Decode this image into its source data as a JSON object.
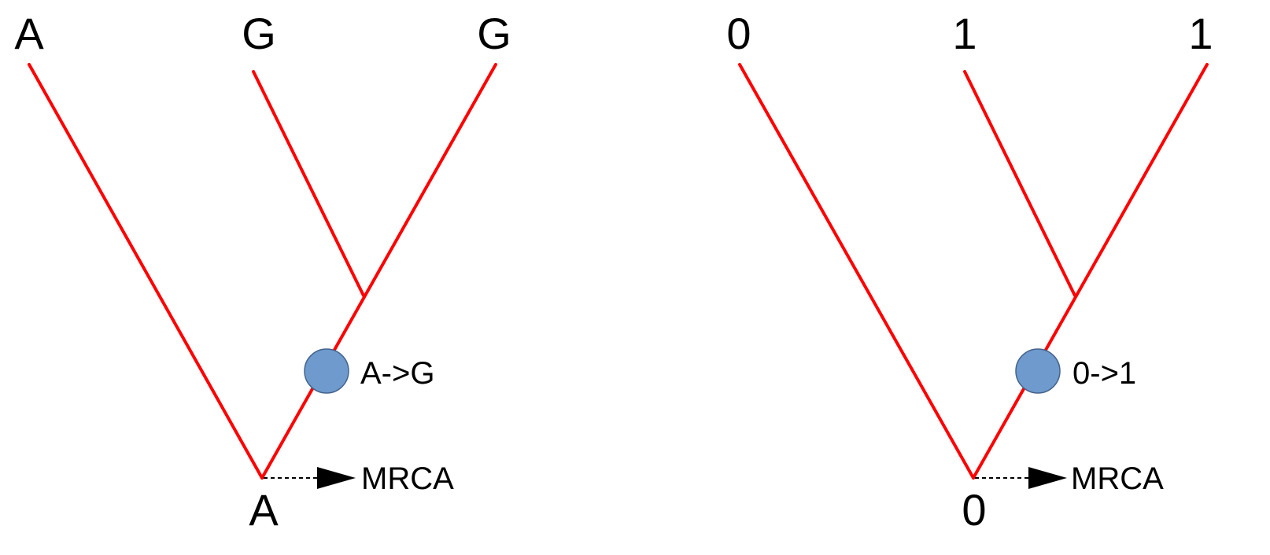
{
  "trees": [
    {
      "tips": [
        "A",
        "G",
        "G"
      ],
      "root_state": "A",
      "mutation": "A->G",
      "root_pointer": "MRCA"
    },
    {
      "tips": [
        "0",
        "1",
        "1"
      ],
      "root_state": "0",
      "mutation": "0->1",
      "root_pointer": "MRCA"
    }
  ],
  "colors": {
    "branch": "#ff0000",
    "mutation_dot": "#6e9acd",
    "text": "#000000"
  }
}
